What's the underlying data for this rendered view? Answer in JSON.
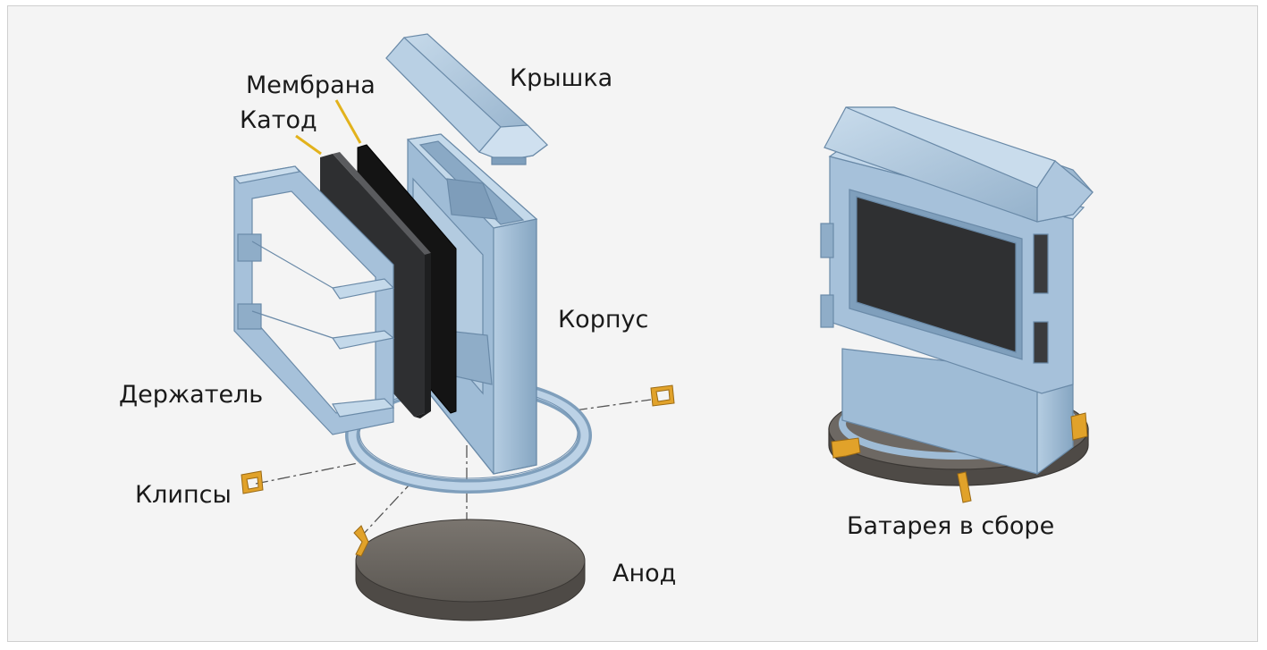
{
  "labels": {
    "lid": "Крышка",
    "membrane": "Мембрана",
    "cathode": "Катод",
    "body": "Корпус",
    "holder": "Держатель",
    "clips": "Клипсы",
    "anode": "Анод",
    "assembled": "Батарея в сборе"
  },
  "colors": {
    "plastic": "#a9c4dc",
    "plastic_dark": "#7f9fbc",
    "plastic_light": "#c7dbeb",
    "cathode": "#3a3b3d",
    "membrane": "#141414",
    "anode": "#6d6863",
    "clip": "#e1a22a",
    "leader": "#e2b21c"
  }
}
